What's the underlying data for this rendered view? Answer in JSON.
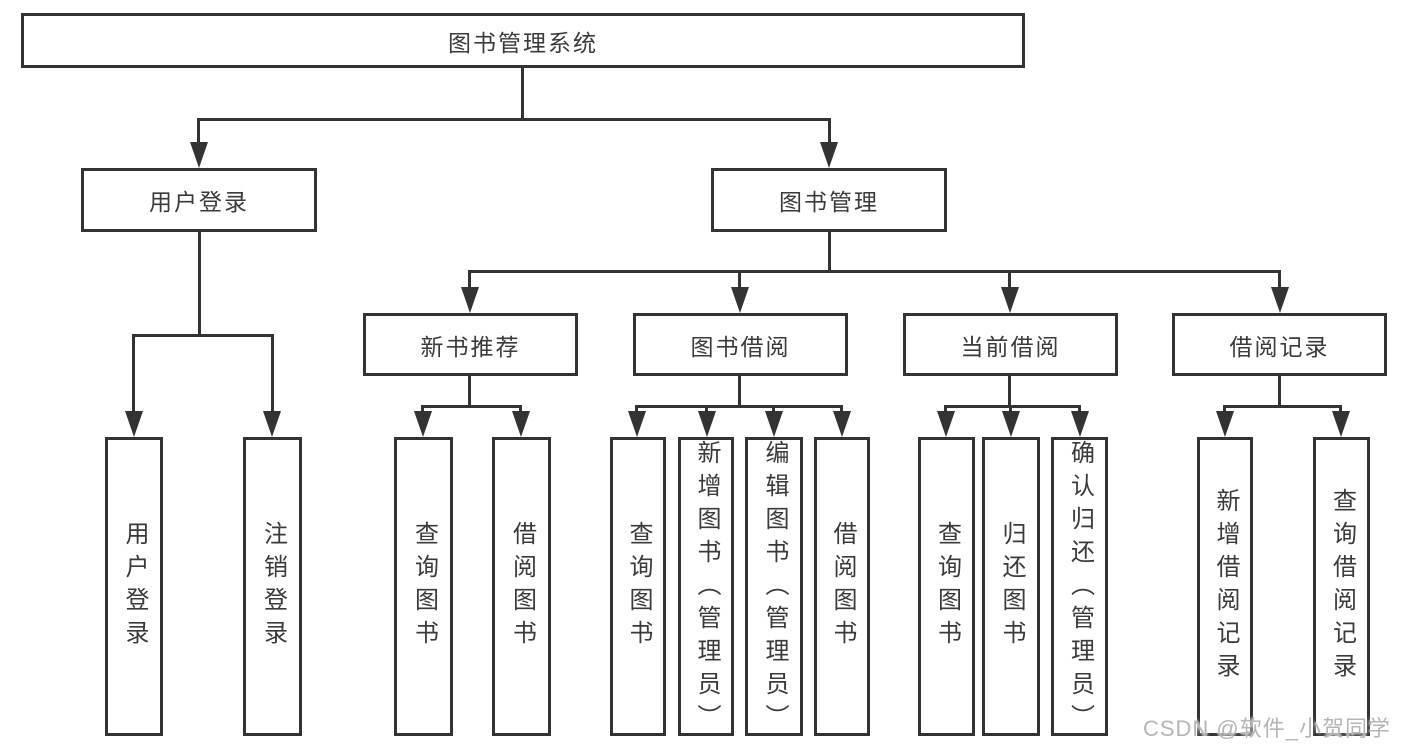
{
  "diagram": {
    "root": {
      "label": "图书管理系统"
    },
    "level2": [
      {
        "label": "用户登录"
      },
      {
        "label": "图书管理"
      }
    ],
    "level3": [
      {
        "label": "新书推荐"
      },
      {
        "label": "图书借阅"
      },
      {
        "label": "当前借阅"
      },
      {
        "label": "借阅记录"
      }
    ],
    "leaves": {
      "user": [
        "用户登录",
        "注销登录"
      ],
      "newbook": [
        "查询图书",
        "借阅图书"
      ],
      "borrow": [
        "查询图书",
        "新增图书（管理员）",
        "编辑图书（管理员）",
        "借阅图书"
      ],
      "current": [
        "查询图书",
        "归还图书",
        "确认归还（管理员）"
      ],
      "records": [
        "新增借阅记录",
        "查询借阅记录"
      ]
    },
    "colors": {
      "line": "#333333",
      "text": "#3a3a3a",
      "watermark": "#b5b5b5"
    }
  },
  "watermark": {
    "text": "CSDN @软件_小贺同学"
  }
}
